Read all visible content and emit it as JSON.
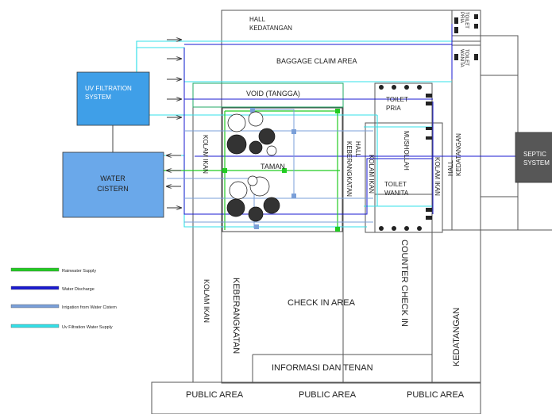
{
  "rooms": {
    "hall_kedatangan_top": [
      "HALL",
      "KEDATANGAN"
    ],
    "baggage_claim": "BAGGAGE CLAIM AREA",
    "void": "VOID (TANGGA)",
    "toilet_pria": [
      "TOILET",
      "PRIA"
    ],
    "toilet_pria_small": [
      "TOILET",
      "PRIA"
    ],
    "toilet_wanita_small": [
      "TOILET",
      "WANITA"
    ],
    "musholla": "MUSHOLLAH",
    "toilet_wanita": [
      "TOILET",
      "WANITA"
    ],
    "taman": "TAMAN",
    "kolam_ikan_left": "KOLAM IKAN",
    "hall_keberangkatan": [
      "HALL",
      "KEBERANGKATAN"
    ],
    "kolam_ikan_mid": "KOLAM IKAN",
    "kolam_ikan_right": "KOLAM IKAN",
    "hall_kedatangan_right": [
      "HALL",
      "KEDATANGAN"
    ],
    "kolam_ikan_lower": "KOLAM IKAN",
    "keberangkatan": "KEBERANGKATAN",
    "check_in_area": "CHECK IN AREA",
    "counter_check_in": "COUNTER CHECK IN",
    "kedatangan": "KEDATANGAN",
    "informasi": "INFORMASI DAN TENAN",
    "public_area": [
      "PUBLIC AREA",
      "PUBLIC AREA",
      "PUBLIC AREA"
    ],
    "septic": [
      "SEPTIC",
      "SYSTEM"
    ]
  },
  "systems": {
    "uv_filtration": [
      "UV FILTRATION",
      "SYSTEM"
    ],
    "water_cistern": [
      "WATER",
      "CISTERN"
    ]
  },
  "legend": [
    {
      "label": "Rainwater Supply",
      "color": "#22cc22"
    },
    {
      "label": "Water Discharge",
      "color": "#1a1ad0"
    },
    {
      "label": "Irrigation from Water Cistern",
      "color": "#7a9fd8"
    },
    {
      "label": "Uv Filtration Water Supply",
      "color": "#33e0e8"
    }
  ],
  "colors": {
    "uv_box": "#3f9fe8",
    "cistern_box": "#6aa8ea",
    "septic_box": "#575757",
    "wall": "#555555",
    "rainwater": "#22cc22",
    "discharge": "#1a1ad0",
    "irrigation": "#7a9fd8",
    "uv_supply": "#33e0e8"
  }
}
